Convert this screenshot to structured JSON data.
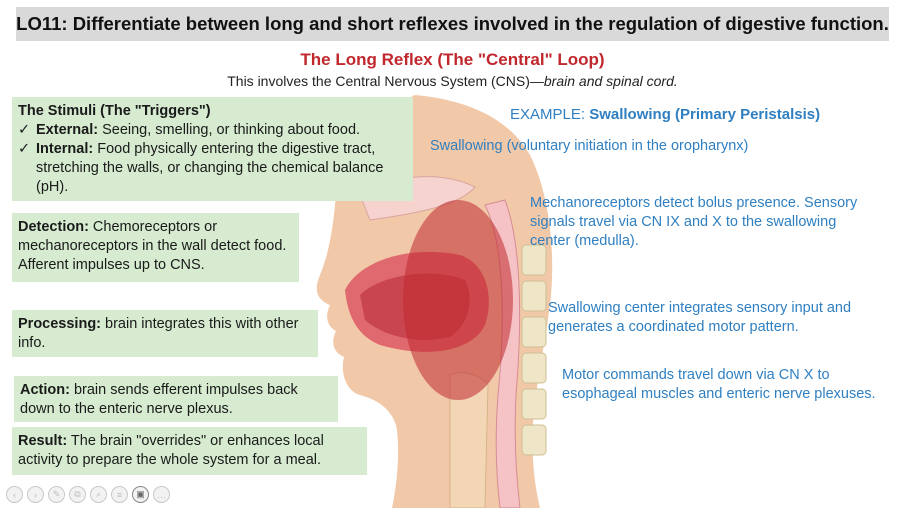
{
  "title": "LO11: Differentiate between long and short reflexes involved in the regulation of digestive function.",
  "subtitle": "The Long Reflex (The \"Central\" Loop)",
  "subdesc": {
    "main": "This involves the Central Nervous System (CNS)—",
    "italic": "brain and spinal cord."
  },
  "stimuli": {
    "heading": "The Stimuli (The \"Triggers\")",
    "items": [
      {
        "check": "✓",
        "label": "External:",
        "text": " Seeing, smelling, or thinking about food."
      },
      {
        "check": "✓",
        "label": "Internal:",
        "text": " Food physically entering the digestive tract, stretching the walls, or changing the chemical balance (pH)."
      }
    ]
  },
  "detection": {
    "label": "Detection:",
    "text": " Chemoreceptors or mechanoreceptors in the wall detect food. Afferent impulses up to CNS."
  },
  "processing": {
    "label": "Processing:",
    "text": " brain integrates this with other info."
  },
  "action": {
    "label": "Action:",
    "text": " brain sends efferent impulses back down to the enteric nerve plexus."
  },
  "result": {
    "label": "Result:",
    "text": " The brain \"overrides\" or enhances local activity to prepare the whole system for a meal."
  },
  "example": {
    "prefix": "EXAMPLE: ",
    "name": "Swallowing (Primary Peristalsis)"
  },
  "steps": {
    "s1": "Swallowing (voluntary initiation in the oropharynx)",
    "s2": "Mechanoreceptors detect bolus presence. Sensory signals travel via CN IX and X to the swallowing center (medulla).",
    "s3": "Swallowing center integrates sensory input and generates a coordinated motor pattern.",
    "s4": "Motor commands travel down via CN X to esophageal muscles and enteric nerve plexuses."
  },
  "toolbar": {
    "icons": [
      "back-icon",
      "forward-icon",
      "pen-icon",
      "copy-icon",
      "zoom-icon",
      "subtitles-icon",
      "video-icon",
      "more-icon"
    ],
    "glyphs": [
      "‹",
      "›",
      "✎",
      "⧉",
      "⌕",
      "≡",
      "▣",
      "…"
    ]
  },
  "colors": {
    "accent_red": "#c0282e",
    "accent_blue": "#2f7fc1",
    "box_green": "#d6ebd0",
    "title_gray": "#d9d9d9"
  }
}
